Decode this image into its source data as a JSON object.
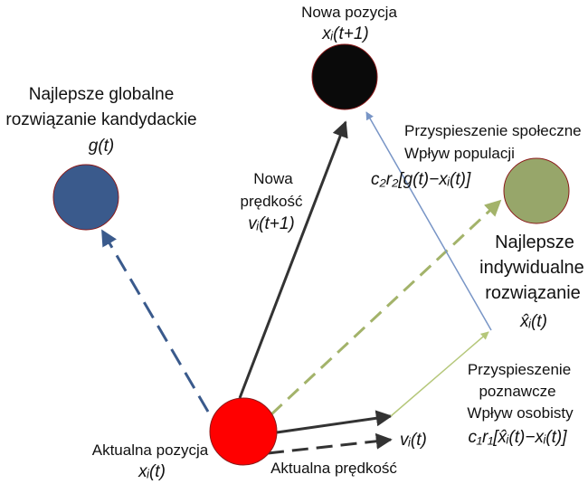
{
  "colors": {
    "current_position": "#ff0000",
    "global_best": "#3a5a8c",
    "new_position": "#0a0a0a",
    "individual_best": "#97a66a",
    "blue_arrow": "#3a5a8c",
    "dark_arrow": "#333333",
    "green_arrow": "#a3b36a",
    "light_blue_line": "#7895c6",
    "light_green_line": "#b5c77a",
    "node_border": "#8b1a1a"
  },
  "nodes": {
    "current_position": {
      "label": "Aktualna pozycja",
      "math": "xᵢ(t)"
    },
    "global_best": {
      "label_line1": "Najlepsze globalne",
      "label_line2": "rozwiązanie kandydackie",
      "math": "g(t)"
    },
    "new_position": {
      "label": "Nowa pozycja",
      "math": "xᵢ(t+1)"
    },
    "individual_best": {
      "label_line1": "Najlepsze",
      "label_line2": "indywidualne",
      "label_line3": "rozwiązanie",
      "math": "x̂ᵢ(t)"
    }
  },
  "labels": {
    "new_velocity": {
      "line1": "Nowa",
      "line2": "prędkość",
      "math": "vᵢ(t+1)"
    },
    "social": {
      "line1": "Przyspieszenie społeczne",
      "line2": "Wpływ populacji",
      "math": "c₂r₂[g(t)−xᵢ(t)]"
    },
    "cognitive": {
      "line1": "Przyspieszenie",
      "line2": "poznawcze",
      "line3": "Wpływ osobisty",
      "math": "c₁r₁[x̂ᵢ(t)−xᵢ(t)]"
    },
    "current_velocity": {
      "label": "Aktualna prędkość",
      "math": "vᵢ(t)"
    }
  }
}
